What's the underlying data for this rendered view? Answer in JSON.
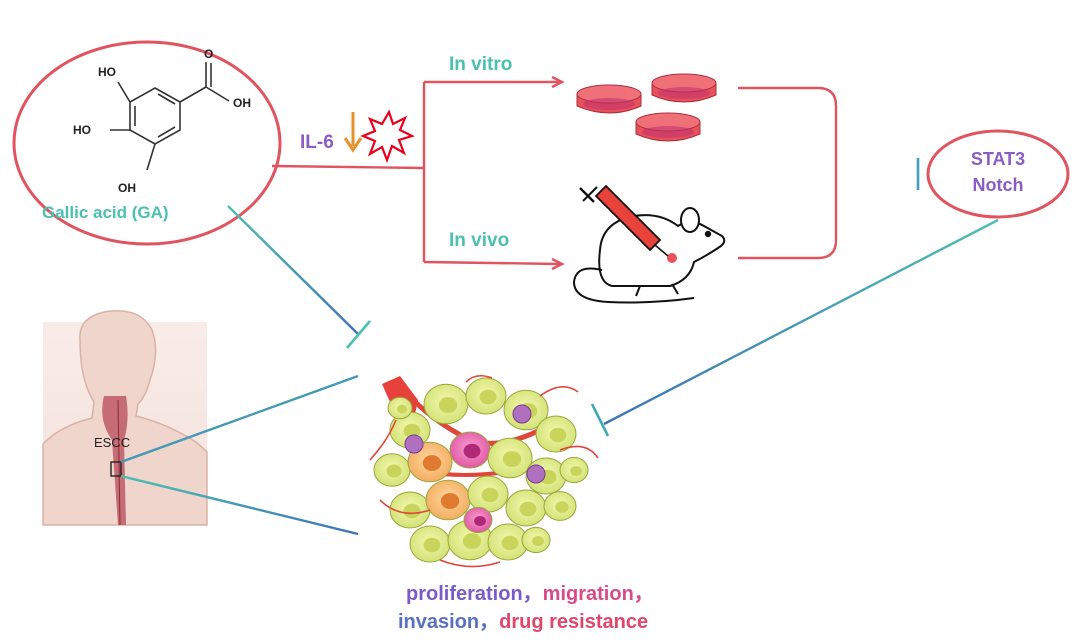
{
  "compound": {
    "name": "Gallic acid (GA)",
    "atoms": {
      "ho_top": "HO",
      "ho_mid": "HO",
      "oh_bottom": "OH",
      "oh_acid": "OH",
      "o_carbonyl": "O"
    }
  },
  "cytokine": {
    "label": "IL-6",
    "arrow": "down-arrow-icon"
  },
  "branches": {
    "in_vitro": "In vitro",
    "in_vivo": "In vivo"
  },
  "target": {
    "line1": "STAT3",
    "line2": "Notch"
  },
  "patient": {
    "label": "ESCC"
  },
  "outcomes": {
    "line1a": "proliferation，",
    "line1b": "migration，",
    "line2a": "invasion，",
    "line2b": "drug resistance"
  },
  "colors": {
    "pathway_red": "#e0535f",
    "teal": "#4cc0b0",
    "blue": "#3f72b8",
    "purple": "#8a5cc4",
    "pink": "#e0508a",
    "orange": "#e8902a",
    "dish_red": "#e8505a"
  }
}
